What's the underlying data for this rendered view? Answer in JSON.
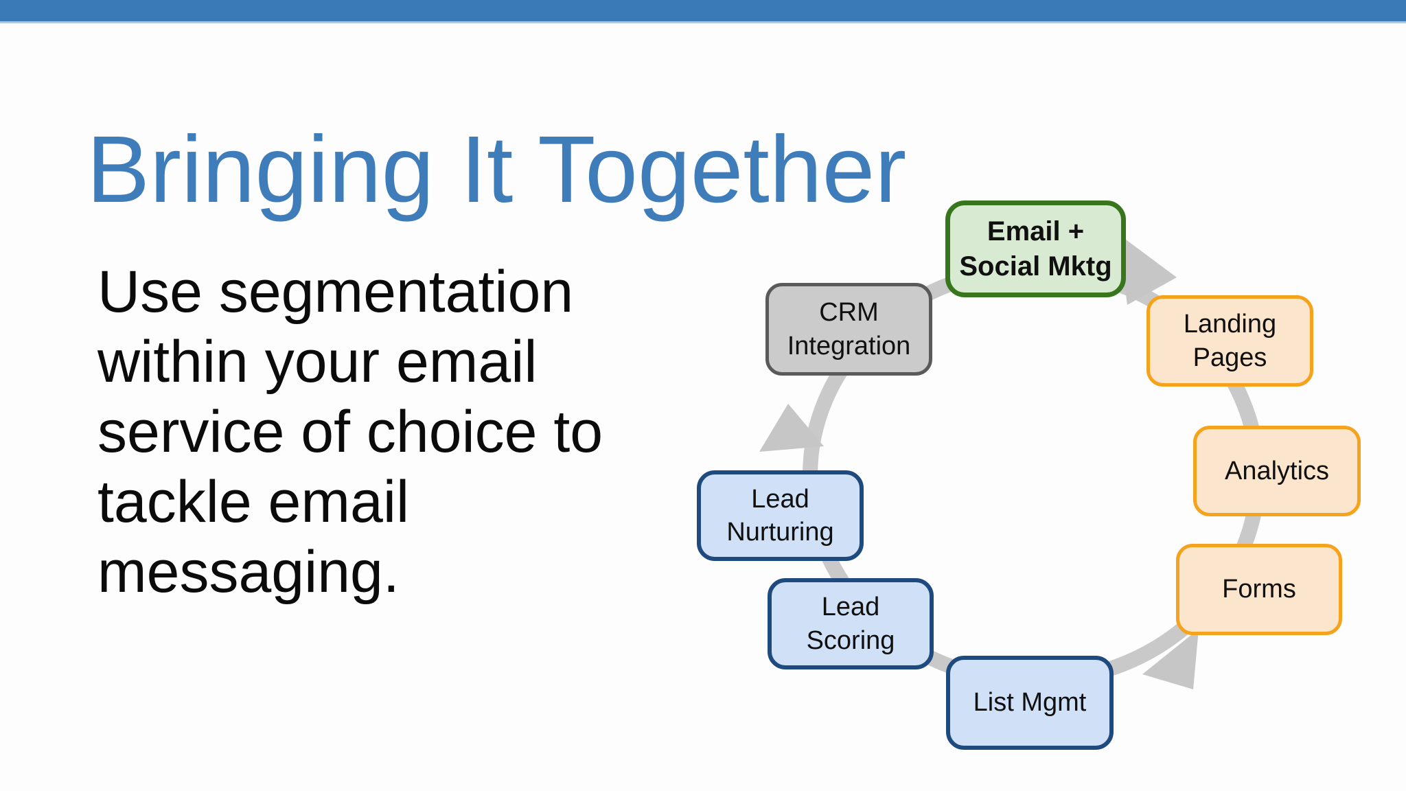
{
  "slide": {
    "title": "Bringing It Together",
    "body": "Use segmentation\nwithin your email\nservice of choice to\ntackle email\nmessaging."
  },
  "diagram": {
    "type": "cycle",
    "direction": "clockwise",
    "ring_color": "#c9c9c9",
    "arrow_color": "#c6c6c7",
    "nodes": [
      {
        "id": "email-social-mktg",
        "label": "Email +\nSocial Mktg",
        "emphasis": true,
        "fill": "#d9ead3",
        "border": "#38761d"
      },
      {
        "id": "landing-pages",
        "label": "Landing\nPages",
        "emphasis": false,
        "fill": "#fce5cd",
        "border": "#f5a21c"
      },
      {
        "id": "analytics",
        "label": "Analytics",
        "emphasis": false,
        "fill": "#fce5cd",
        "border": "#f5a21c"
      },
      {
        "id": "forms",
        "label": "Forms",
        "emphasis": false,
        "fill": "#fce5cd",
        "border": "#f5a21c"
      },
      {
        "id": "list-mgmt",
        "label": "List Mgmt",
        "emphasis": false,
        "fill": "#cfe0f7",
        "border": "#1f4a7d"
      },
      {
        "id": "lead-scoring",
        "label": "Lead\nScoring",
        "emphasis": false,
        "fill": "#cfe0f7",
        "border": "#1f4a7d"
      },
      {
        "id": "lead-nurturing",
        "label": "Lead\nNurturing",
        "emphasis": false,
        "fill": "#cfe0f7",
        "border": "#1f4a7d"
      },
      {
        "id": "crm-integration",
        "label": "CRM\nIntegration",
        "emphasis": false,
        "fill": "#cbcbcb",
        "border": "#5a5a5a"
      }
    ],
    "arrowheads": [
      {
        "position": "top-right",
        "points_toward": "landing-pages"
      },
      {
        "position": "bottom-right",
        "points_toward": "list-mgmt"
      },
      {
        "position": "left",
        "points_toward": "crm-integration"
      }
    ]
  },
  "colors": {
    "background": "#fdfdfe",
    "top_bar": "#3a7ab6",
    "top_bar_edge": "#aac9e3",
    "title": "#3f7dba",
    "body_text": "#0b0b0b"
  }
}
